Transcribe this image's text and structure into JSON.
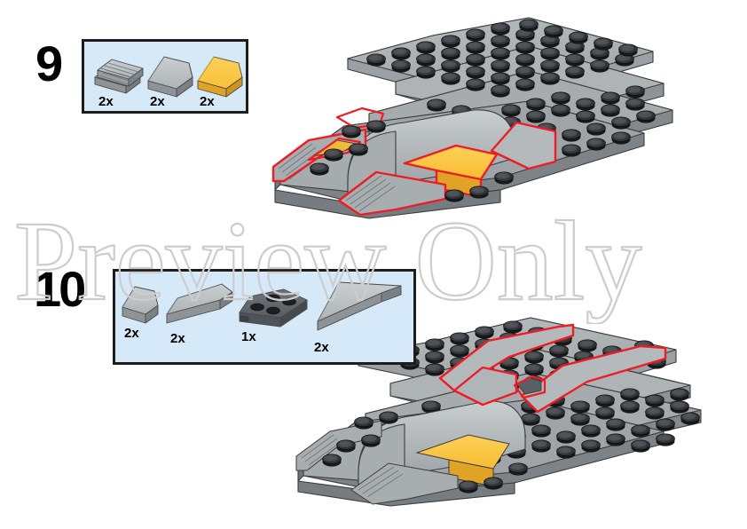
{
  "document": {
    "type": "lego-building-instructions",
    "page_background": "#ffffff",
    "watermark": {
      "text": "Preview Only",
      "style": "outline",
      "stroke_color": "#cdcdcd"
    }
  },
  "palette": {
    "callout_fill": "#d6e9f8",
    "callout_border": "#1d1d1b",
    "highlight_red": "#ee1c25",
    "brick_gray_light": "#c6cbcd",
    "brick_gray_mid": "#a8aeb0",
    "brick_gray_dark": "#8d9396",
    "brick_gray_shadow": "#767c7f",
    "stud_black": "#232528",
    "stud_black_top": "#3a3d41",
    "yellow_top": "#fbc945",
    "yellow_side": "#e8a322",
    "outline": "#3c3c3c"
  },
  "steps": [
    {
      "id": "step-9",
      "number": "9",
      "callout": {
        "name": "parts-callout-9",
        "fill": "#d6e9f8",
        "parts": [
          {
            "name": "grille-tile-1x2",
            "qty": "2x",
            "color": "light-bluish-gray",
            "shape": "grille-tile"
          },
          {
            "name": "slope-2x2",
            "qty": "2x",
            "color": "light-bluish-gray",
            "shape": "slope"
          },
          {
            "name": "slope-2x2-yellow",
            "qty": "2x",
            "color": "yellow",
            "shape": "slope"
          }
        ]
      },
      "model": {
        "name": "model-assembly-step-9",
        "description": "Gray LEGO starship hull wedge assembly with newly added grille tiles, gray slope and yellow slope outlined in red"
      }
    },
    {
      "id": "step-10",
      "number": "10",
      "callout": {
        "name": "parts-callout-10",
        "fill": "#d6e9f8",
        "parts": [
          {
            "name": "slope-1x2",
            "qty": "2x",
            "color": "light-bluish-gray",
            "shape": "slope-small"
          },
          {
            "name": "slope-1x4",
            "qty": "2x",
            "color": "light-bluish-gray",
            "shape": "slope-long"
          },
          {
            "name": "wedge-plate-4x2",
            "qty": "1x",
            "color": "dark-bluish-gray",
            "shape": "wedge-plate"
          },
          {
            "name": "plate-1x6",
            "qty": "2x",
            "color": "light-bluish-gray",
            "shape": "plate-long"
          }
        ]
      },
      "model": {
        "name": "model-assembly-step-10",
        "description": "Gray LEGO starship hull assembly with long plates, slopes and wedge plate added on upper deck, outlined in red"
      }
    }
  ]
}
